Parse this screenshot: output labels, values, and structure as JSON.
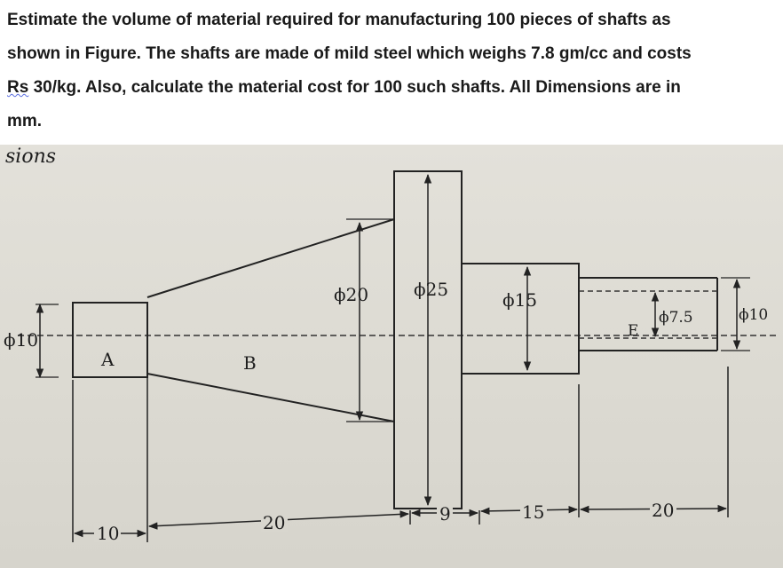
{
  "question": {
    "line1": "Estimate the volume of material required for manufacturing 100 pieces of shafts as",
    "line2": "shown in Figure. The shafts are made of mild steel which weighs 7.8 gm/cc and costs",
    "line3_marked": "Rs",
    "line3_rest": " 30/kg. Also, calculate the material cost for 100 such shafts. All Dimensions are in",
    "line4": "mm."
  },
  "figure": {
    "page_fragment": "sions",
    "dia_a": "ϕ10",
    "dia_b": "ϕ20",
    "dia_c": "ϕ25",
    "dia_d": "ϕ15",
    "dia_e_inner": "ϕ7.5",
    "dia_e_outer": "ϕ10",
    "part_a": "A",
    "part_b": "B",
    "part_e": "E",
    "len_a": "10",
    "len_b": "20",
    "len_c": "9",
    "len_d": "15",
    "len_e": "20"
  }
}
